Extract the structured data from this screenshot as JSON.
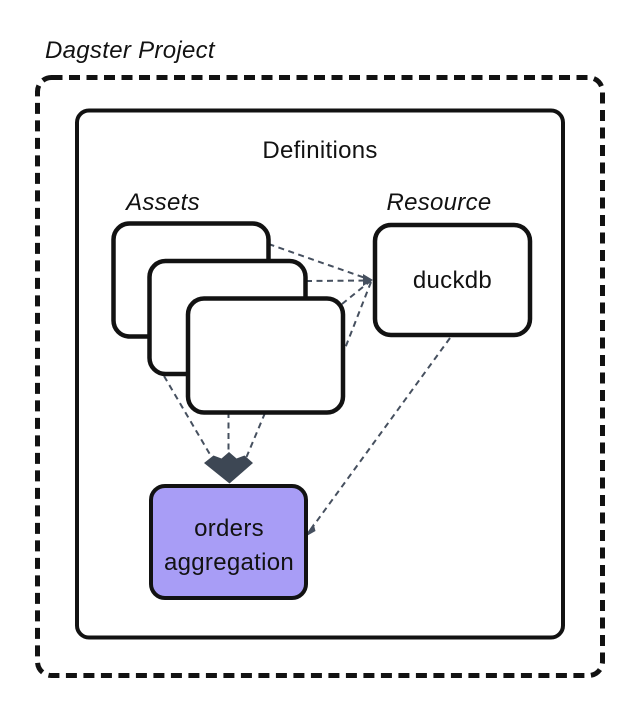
{
  "diagram": {
    "title": "Dagster Project",
    "definitions_label": "Definitions",
    "assets_group_label": "Assets",
    "resource_group_label": "Resource",
    "asset_card_count": 3,
    "resource_node_label": "duckdb",
    "aggregation_node_label_line1": "orders",
    "aggregation_node_label_line2": "aggregation"
  },
  "connections": [
    {
      "from": "asset-card-1",
      "to": "duckdb",
      "style": "dashed"
    },
    {
      "from": "asset-card-2",
      "to": "duckdb",
      "style": "dashed"
    },
    {
      "from": "asset-card-3",
      "to": "duckdb",
      "style": "dashed"
    },
    {
      "from": "duckdb",
      "to": "asset-card-3",
      "style": "dashed"
    },
    {
      "from": "asset-card-1",
      "to": "orders-aggregation",
      "style": "dashed"
    },
    {
      "from": "asset-card-2",
      "to": "orders-aggregation",
      "style": "dashed"
    },
    {
      "from": "asset-card-3",
      "to": "orders-aggregation",
      "style": "dashed"
    },
    {
      "from": "duckdb",
      "to": "orders-aggregation",
      "style": "dashed"
    }
  ],
  "colors": {
    "ink": "#121212",
    "connector": "#46505f",
    "arrowhead": "#3d4754",
    "aggregation_fill": "#a89df6",
    "card_fill": "#ffffff",
    "background": "#ffffff"
  }
}
